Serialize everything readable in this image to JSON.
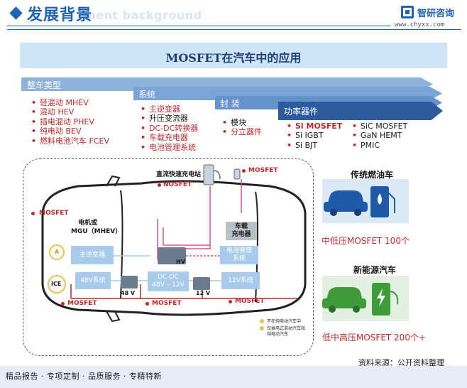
{
  "header": {
    "title": "发展背景",
    "ghost_text": "ment background",
    "brand": "智研咨询",
    "url": "www.chyxx.com"
  },
  "diagram_title": "MOSFET在汽车中的应用",
  "categories": {
    "vehicle_type": {
      "label": "整车类型",
      "items": [
        "轻混动 MHEV",
        "混动 HEV",
        "插电混动 PHEV",
        "纯电动 BEV",
        "燃料电池汽车 FCEV"
      ]
    },
    "system": {
      "label": "系统",
      "items": [
        "主逆变器",
        "升压变流器",
        "DC-DC转换器",
        "车载充电器",
        "电池管理系统"
      ]
    },
    "package": {
      "label": "封 装",
      "items": [
        "模块",
        "分立器件"
      ]
    },
    "power_device": {
      "label": "功率器件",
      "items_left": [
        "Si MOSFET",
        "Si IGBT",
        "Si BJT"
      ],
      "items_right": [
        "SiC MOSFET",
        "GaN HEMT",
        "PMIC"
      ]
    }
  },
  "car": {
    "dc_charger": "直流快速充电站",
    "mosfet": "MOSFET",
    "nosfet": "NOSFET",
    "motor_label_1": "电机或",
    "motor_label_2": "MGU（MHEV）",
    "main_inverter": "主逆变器",
    "onboard_charger_1": "车载",
    "onboard_charger_2": "充电器",
    "bms_1": "电池管理",
    "bms_2": "系统",
    "hv": "HV",
    "sys48": "48V系统",
    "dcdc_1": "DC-DC",
    "dcdc_2": "48V – 12V",
    "sys12": "12V系统",
    "batt48": "48 V",
    "batt12": "12 V",
    "ice": "ICE",
    "a_icon": "A",
    "legend_1": "不在纯电动汽车中",
    "legend_2": "仅插电式混动汽车和",
    "legend_3": "纯电动汽车"
  },
  "right_panel": {
    "fuel_title": "传统燃油车",
    "fuel_caption": "中低压MOSFET 100个",
    "nev_title": "新能源汽车",
    "nev_caption": "低中高压MOSFET 200个+"
  },
  "source": "资料来源：公开资料整理",
  "footer": "精品报告 · 专项定制 · 品质服务 · 专精特新",
  "colors": {
    "brand_blue": "#1e63b5",
    "accent_red": "#c0282d",
    "component_blue": "#a8cbeb",
    "dark_band": "#2e5b9e"
  }
}
